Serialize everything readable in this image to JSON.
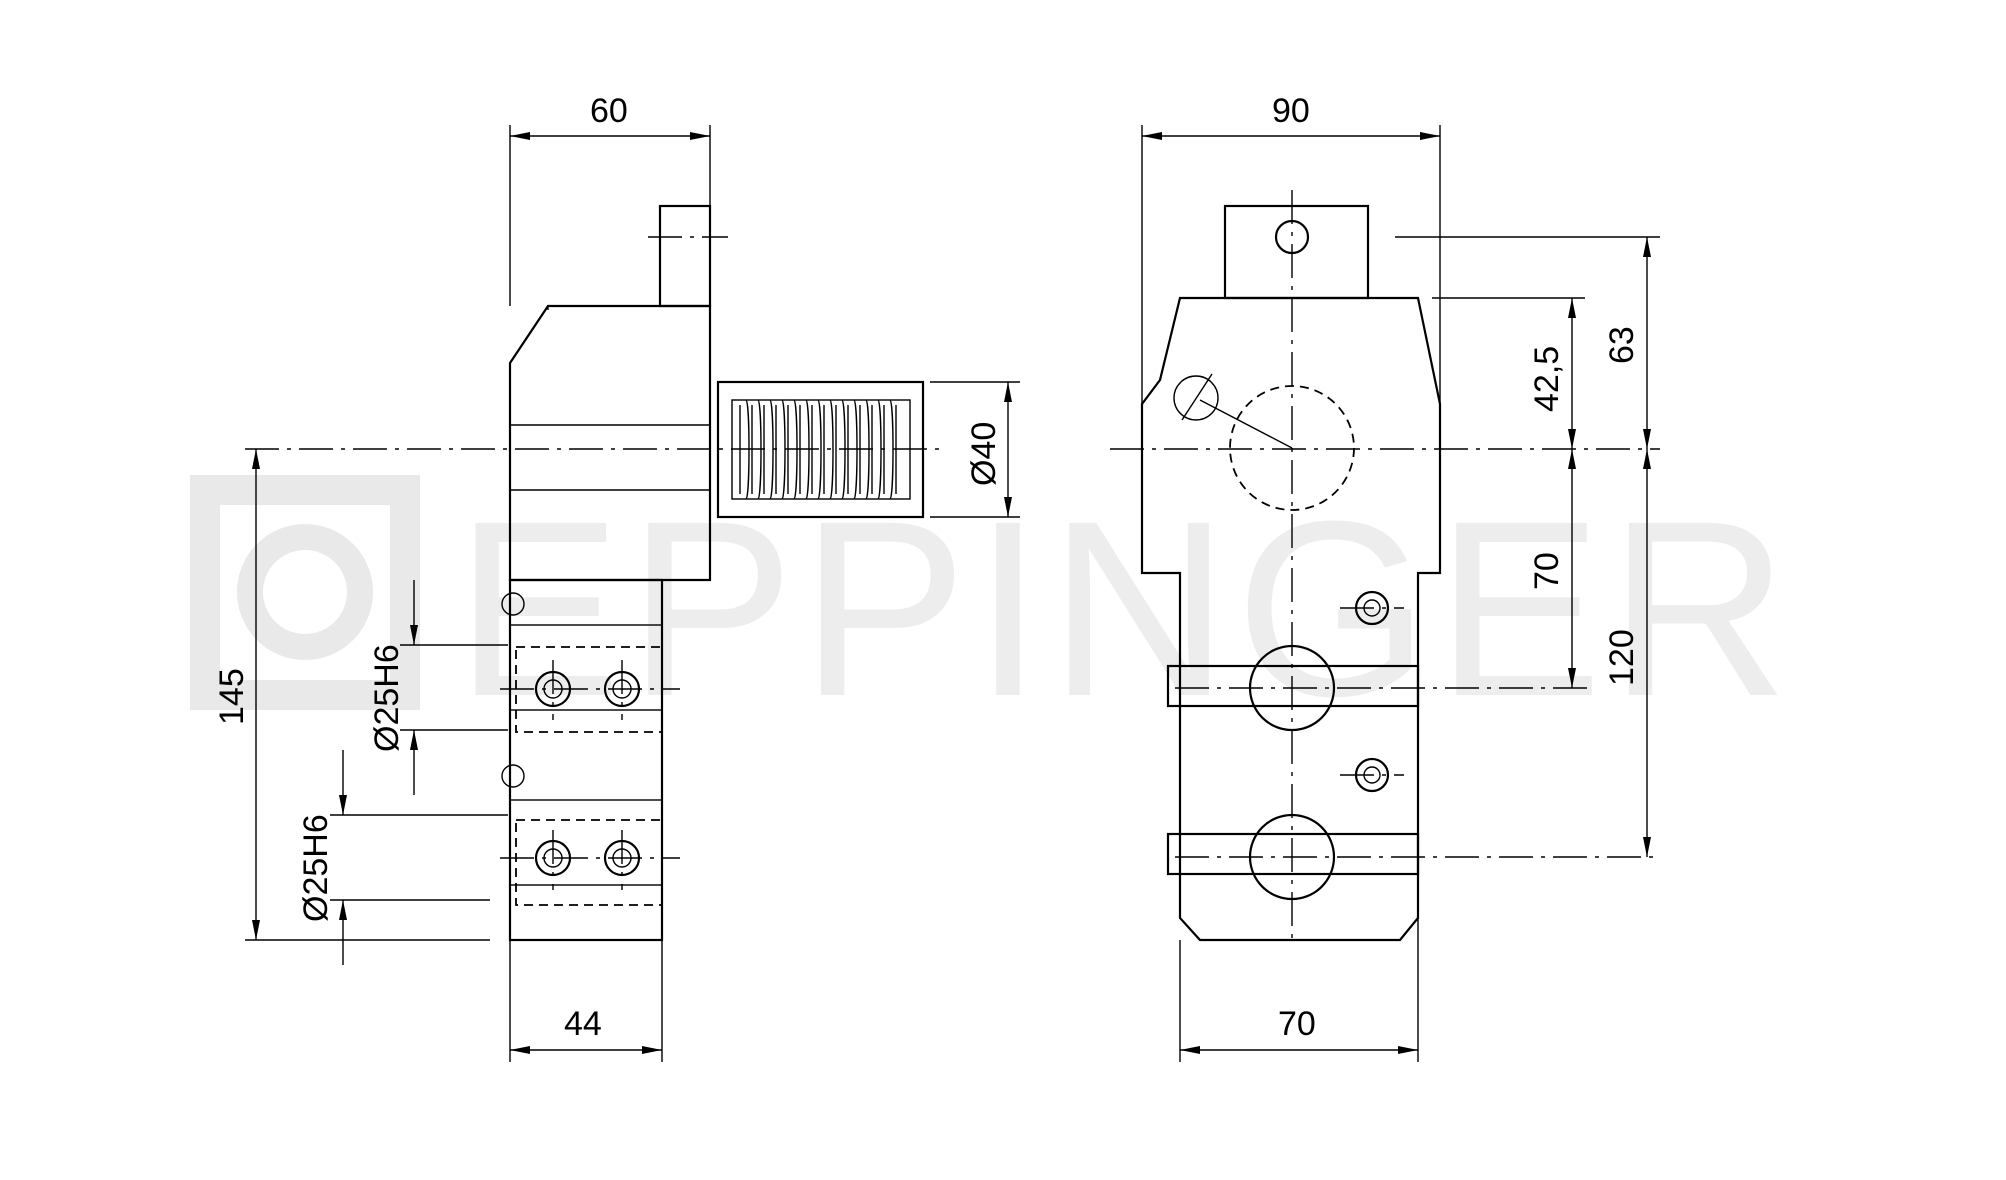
{
  "watermark": {
    "text": "EPPINGER",
    "color": "#d8d8d8"
  },
  "side_view": {
    "dimensions": {
      "width_top": "60",
      "width_bottom": "44",
      "height_total": "145",
      "shank_diameter": "Ø40",
      "bore_upper": "Ø25H6",
      "bore_lower": "Ø25H6"
    }
  },
  "front_view": {
    "dimensions": {
      "width_top": "90",
      "width_bottom": "70",
      "height_top": "63",
      "height_upper": "42,5",
      "spacing_mid": "70",
      "spacing_total": "120"
    }
  },
  "colors": {
    "line": "#000000",
    "background": "#ffffff"
  }
}
